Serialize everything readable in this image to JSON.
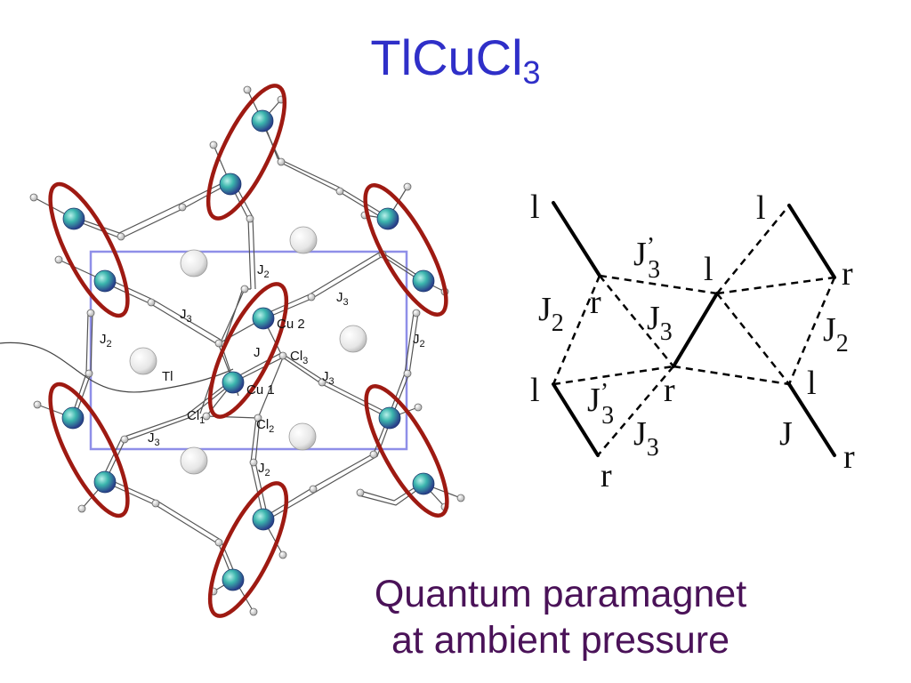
{
  "title": {
    "main": "TlCuCl",
    "sub": "3"
  },
  "caption": {
    "line1": "Quantum paramagnet",
    "line2": "at ambient pressure"
  },
  "crystal_labels": {
    "j2": "J",
    "j2_sub": "2",
    "j3": "J",
    "j3_sub": "3",
    "j": "J",
    "cu": "Cu",
    "cu2": "2",
    "cu1": "1",
    "cl": "Cl",
    "cl1_sub": "1",
    "cl2_sub": "2",
    "cl3_sub": "3",
    "tl": "Tl"
  },
  "scheme_labels": {
    "l": "l",
    "r": "r",
    "j": "J",
    "j2_sub": "2",
    "j3_sub": "3",
    "prime": "’"
  },
  "colors": {
    "title": "#2f2fc8",
    "caption": "#4a1258",
    "ellipse": "#9e1a12",
    "cu_atom": "#3bb5ad",
    "unit_cell": "#8f8fe8",
    "tl_atom": "#e8e8e8"
  }
}
